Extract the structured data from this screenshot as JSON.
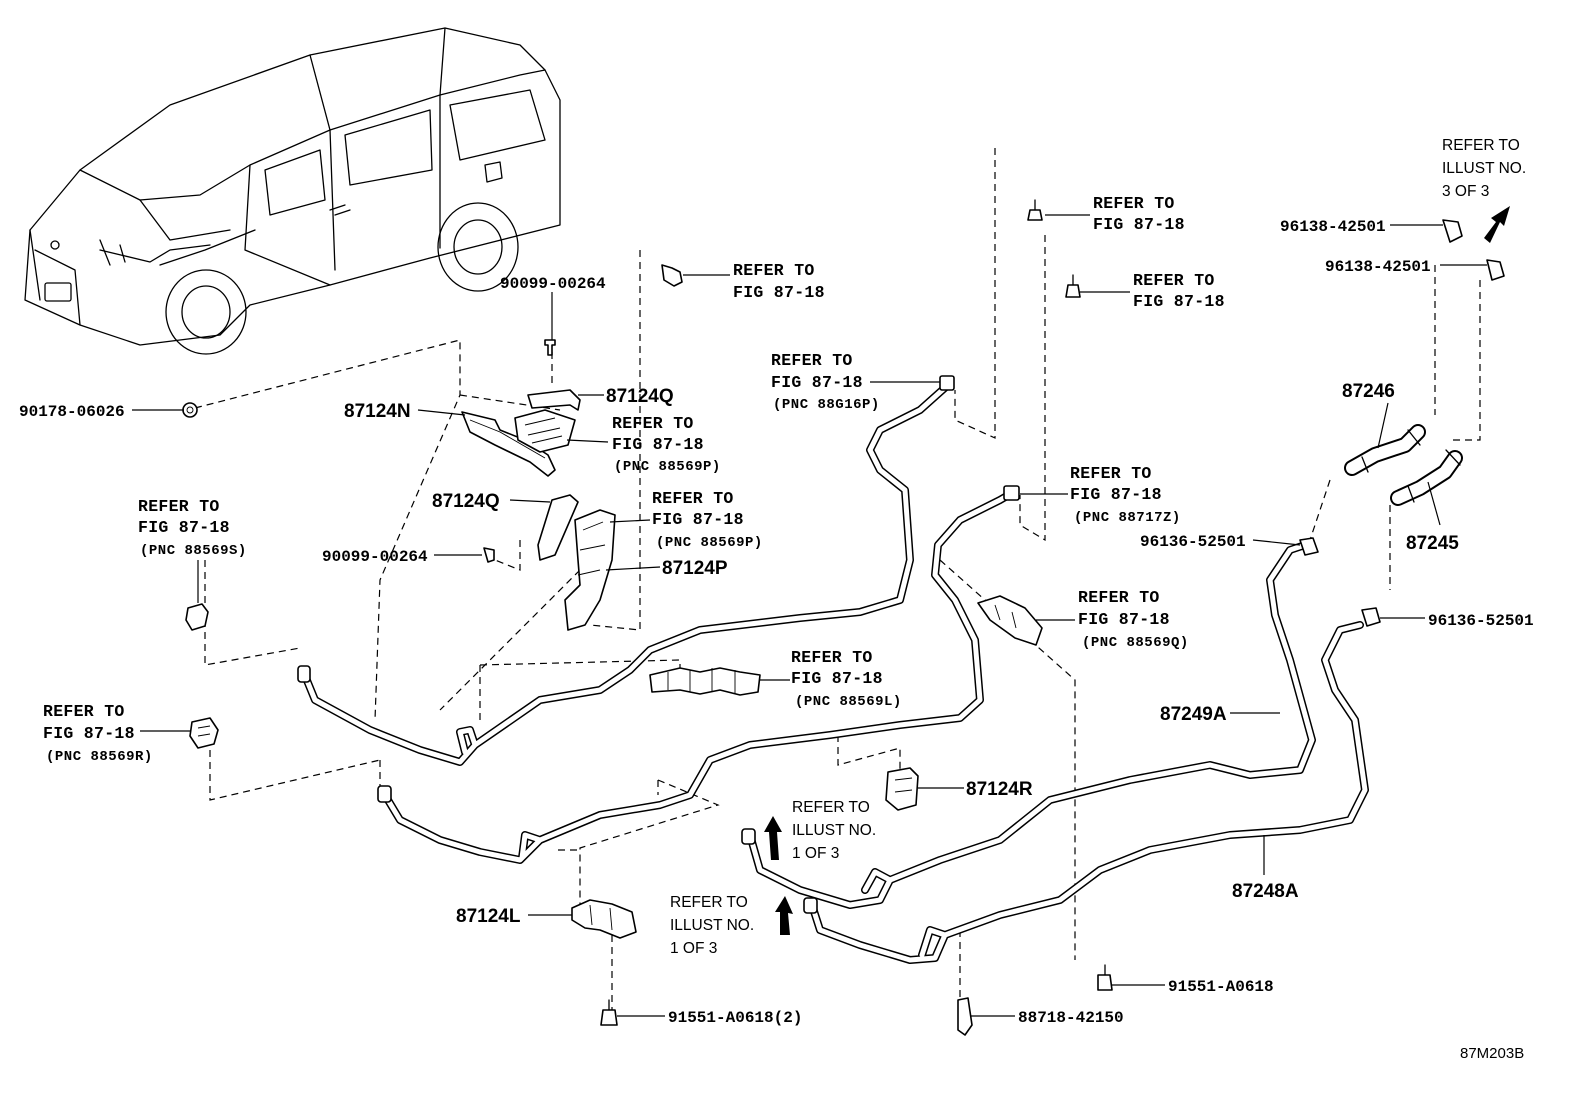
{
  "diagram_id": "87M203B",
  "parts": {
    "p90178": "90178-06026",
    "p90099a": "90099-00264",
    "p90099b": "90099-00264",
    "p87124N": "87124N",
    "p87124Qa": "87124Q",
    "p87124Qb": "87124Q",
    "p87124P": "87124P",
    "p87124L": "87124L",
    "p87124R": "87124R",
    "p91551a": "91551-A0618(2)",
    "p91551b": "91551-A0618",
    "p88718": "88718-42150",
    "p87249A": "87249A",
    "p87248A": "87248A",
    "p87246": "87246",
    "p87245": "87245",
    "p96138a": "96138-42501",
    "p96138b": "96138-42501",
    "p96136a": "96136-52501",
    "p96136b": "96136-52501"
  },
  "refs": {
    "refer_to": "REFER TO",
    "fig": "FIG 87-18",
    "illust_no": "ILLUST NO.",
    "one_of_3": "1 OF 3",
    "three_of_3": "3 OF 3",
    "pnc_88569S": "(PNC 88569S)",
    "pnc_88569R": "(PNC 88569R)",
    "pnc_88569P": "(PNC 88569P)",
    "pnc_88569L": "(PNC 88569L)",
    "pnc_88569Q": "(PNC 88569Q)",
    "pnc_88G16P": "(PNC 88G16P)",
    "pnc_88717Z": "(PNC 88717Z)"
  }
}
